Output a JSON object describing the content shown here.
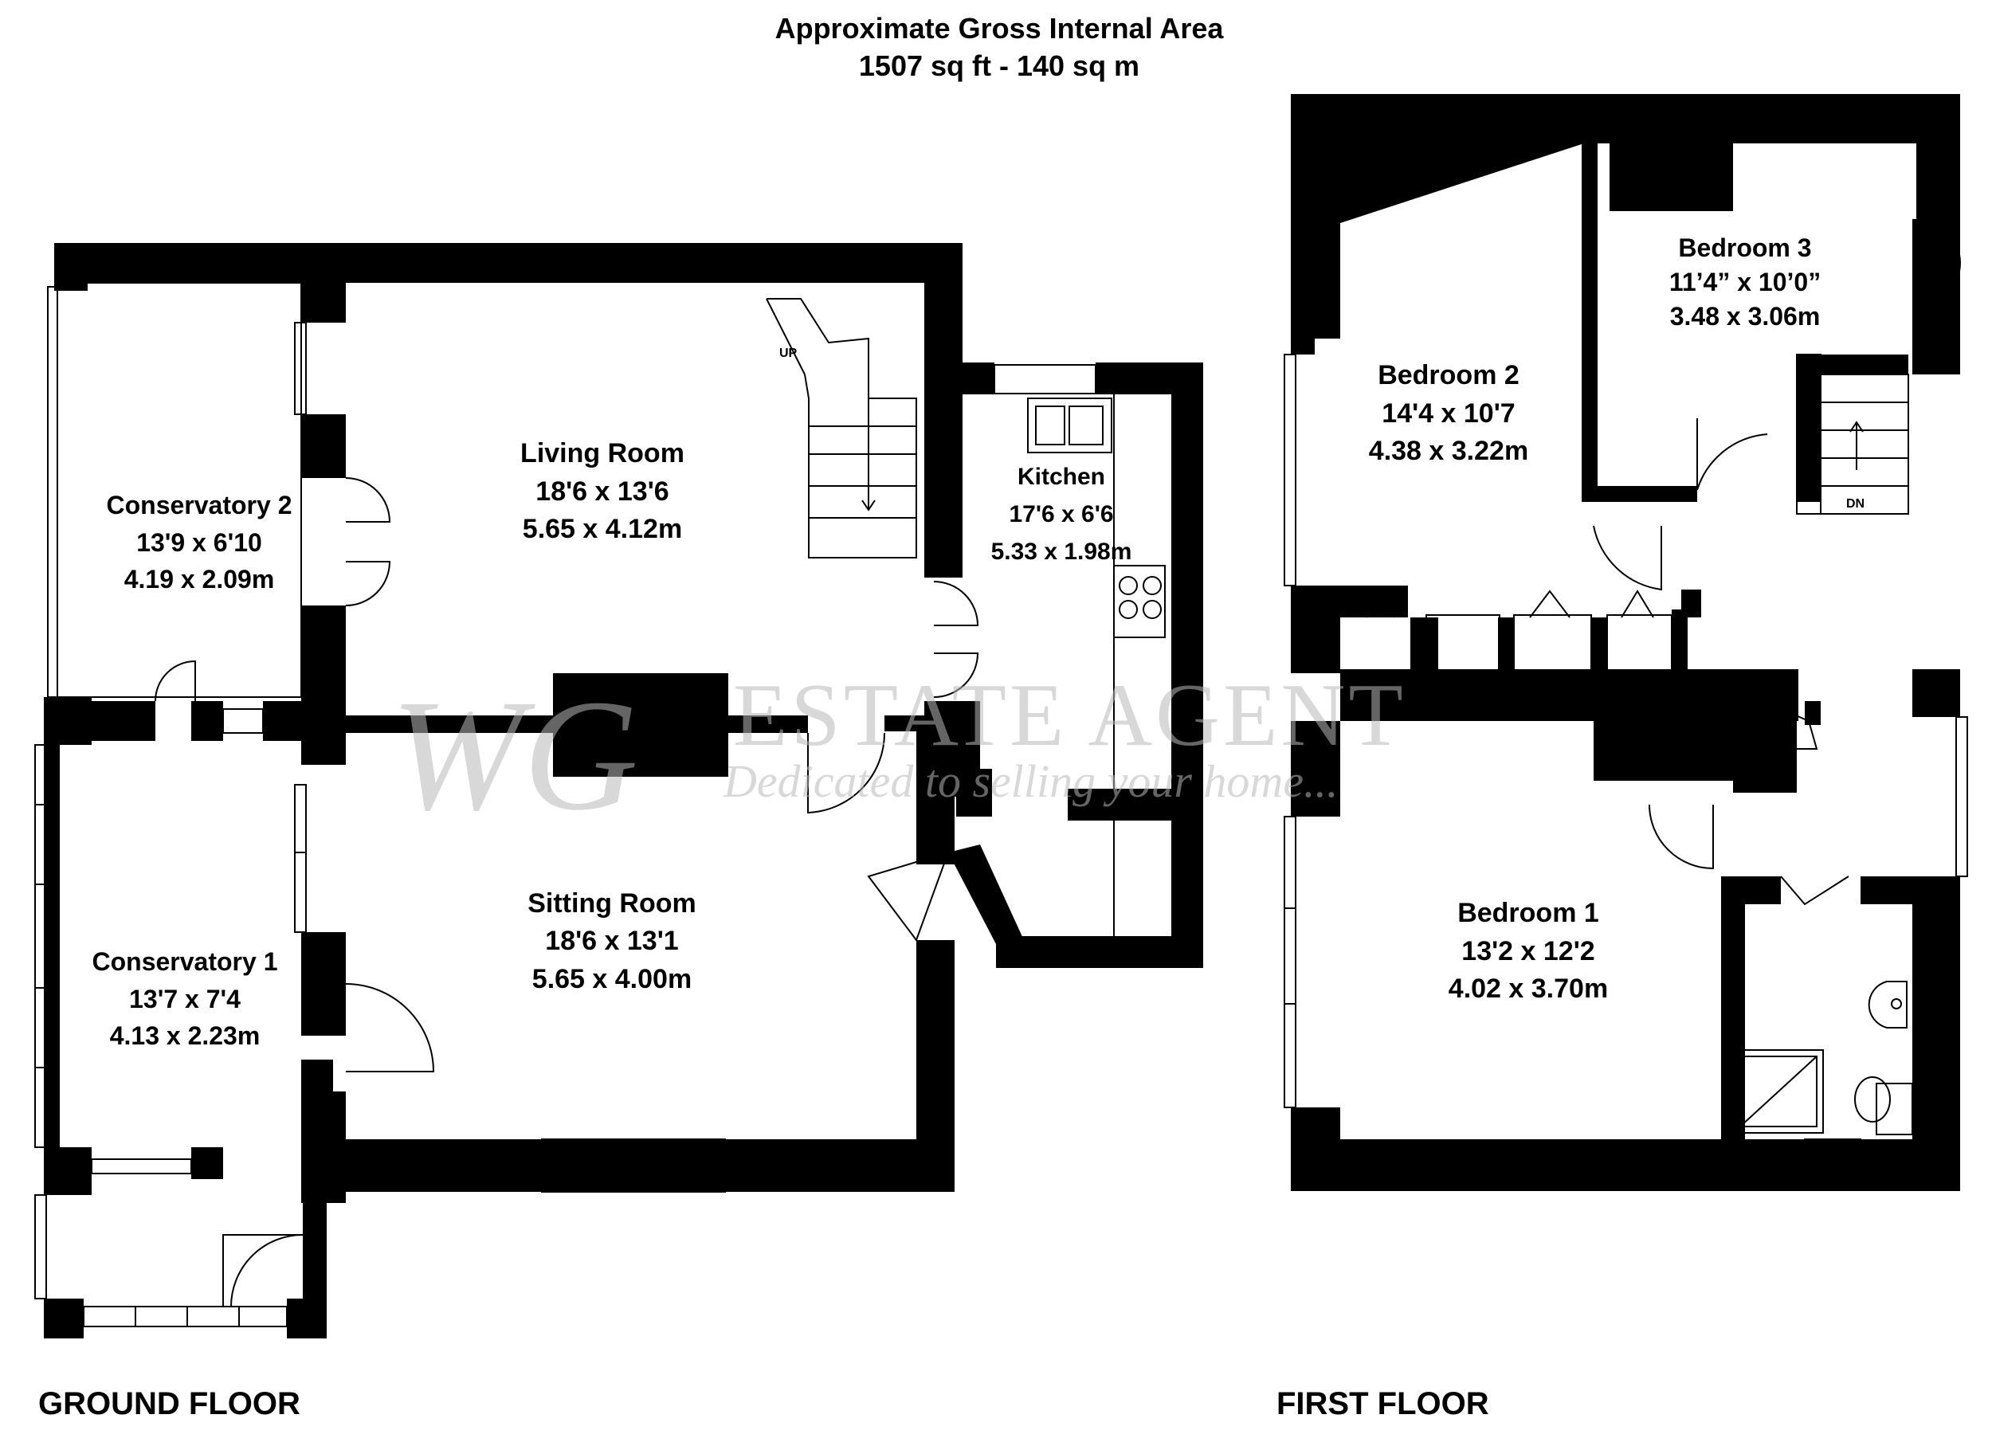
{
  "header": {
    "title": "Approximate Gross Internal Area",
    "area": "1507 sq ft - 140 sq m"
  },
  "floors": {
    "ground": "GROUND FLOOR",
    "first": "FIRST FLOOR"
  },
  "rooms": {
    "conservatory2": {
      "name": "Conservatory 2",
      "imperial": "13'9 x 6'10",
      "metric": "4.19 x 2.09m"
    },
    "living_room": {
      "name": "Living Room",
      "imperial": "18'6 x 13'6",
      "metric": "5.65 x 4.12m"
    },
    "kitchen": {
      "name": "Kitchen",
      "imperial": "17'6 x 6'6",
      "metric": "5.33 x 1.98m"
    },
    "sitting_room": {
      "name": "Sitting Room",
      "imperial": "18'6 x 13'1",
      "metric": "5.65 x 4.00m"
    },
    "conservatory1": {
      "name": "Conservatory 1",
      "imperial": "13'7 x 7'4",
      "metric": "4.13 x 2.23m"
    },
    "bedroom2": {
      "name": "Bedroom 2",
      "imperial": "14'4 x 10'7",
      "metric": "4.38 x 3.22m"
    },
    "bedroom3": {
      "name": "Bedroom 3",
      "imperial": "11’4” x 10’0”",
      "metric": "3.48 x 3.06m"
    },
    "bedroom1": {
      "name": "Bedroom 1",
      "imperial": "13'2 x 12'2",
      "metric": "4.02 x 3.70m"
    }
  },
  "stairs": {
    "up": "UP",
    "down": "DN"
  },
  "watermark": {
    "monogram": "WG",
    "brand": "ESTATE AGENT",
    "tagline": "Dedicated to selling your home..."
  },
  "colors": {
    "wall": "#000000",
    "background": "#ffffff",
    "watermark": "#b9b9b9"
  }
}
